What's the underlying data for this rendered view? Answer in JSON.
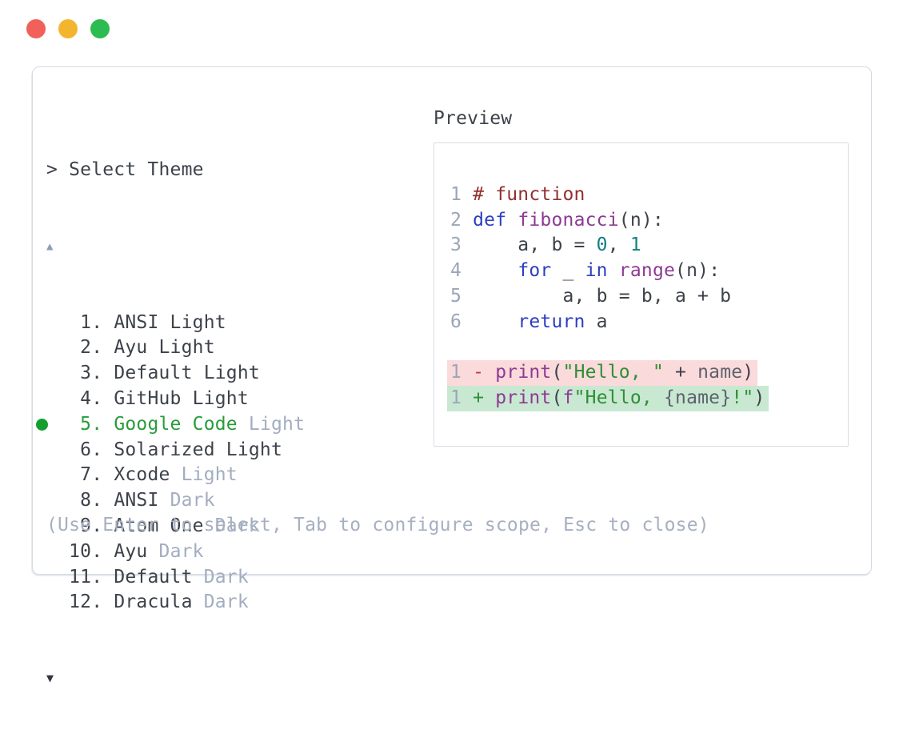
{
  "colors": {
    "fg": "#3d424a",
    "muted": "#a2adc0",
    "footer": "#a7b0c1",
    "linenum": "#9ba6b6",
    "arrow_up": "#8d9db5",
    "arrow_down": "#32363d",
    "selected_text": "#289c3b",
    "selected_dot": "#149e2f",
    "keyword": "#2c40c0",
    "func": "#8d3a93",
    "number": "#107f81",
    "comment": "#93302e",
    "string": "#2e8f33",
    "variable": "#5d636d",
    "minus": "#c23b3c",
    "plus": "#2e8f33",
    "removed_bg": "#fadadb",
    "added_bg": "#c9e8d2",
    "traffic_red": "#f2605a",
    "traffic_yellow": "#f4b52e",
    "traffic_green": "#2dbc51"
  },
  "window_buttons": [
    {
      "name": "close-button",
      "color_key": "red"
    },
    {
      "name": "minimize-button",
      "color_key": "yellow"
    },
    {
      "name": "maximize-button",
      "color_key": "green"
    }
  ],
  "theme_picker": {
    "prompt": "> Select Theme",
    "scroll_up_indicator": "▲",
    "scroll_down_indicator": "▼",
    "items": [
      {
        "number": "1.",
        "name": "ANSI Light",
        "suffix": "",
        "selected": false
      },
      {
        "number": "2.",
        "name": "Ayu Light",
        "suffix": "",
        "selected": false
      },
      {
        "number": "3.",
        "name": "Default Light",
        "suffix": "",
        "selected": false
      },
      {
        "number": "4.",
        "name": "GitHub Light",
        "suffix": "",
        "selected": false
      },
      {
        "number": "5.",
        "name": "Google Code",
        "suffix": " Light",
        "selected": true
      },
      {
        "number": "6.",
        "name": "Solarized Light",
        "suffix": "",
        "selected": false
      },
      {
        "number": "7.",
        "name": "Xcode",
        "suffix": " Light",
        "selected": false
      },
      {
        "number": "8.",
        "name": "ANSI",
        "suffix": " Dark",
        "selected": false
      },
      {
        "number": "9.",
        "name": "Atom One",
        "suffix": " Dark",
        "selected": false
      },
      {
        "number": "10.",
        "name": "Ayu",
        "suffix": " Dark",
        "selected": false
      },
      {
        "number": "11.",
        "name": "Default",
        "suffix": " Dark",
        "selected": false
      },
      {
        "number": "12.",
        "name": "Dracula",
        "suffix": " Dark",
        "selected": false
      }
    ],
    "footer_hint": "(Use Enter to select, Tab to configure scope, Esc to close)"
  },
  "preview": {
    "title": "Preview",
    "code_lines": [
      {
        "num": "1",
        "tokens": [
          {
            "t": "# function",
            "c": "comment"
          }
        ]
      },
      {
        "num": "2",
        "tokens": [
          {
            "t": "def",
            "c": "keyword"
          },
          {
            "t": " ",
            "c": "fg"
          },
          {
            "t": "fibonacci",
            "c": "func"
          },
          {
            "t": "(n):",
            "c": "fg"
          }
        ]
      },
      {
        "num": "3",
        "tokens": [
          {
            "t": "    a, b = ",
            "c": "fg"
          },
          {
            "t": "0",
            "c": "number"
          },
          {
            "t": ", ",
            "c": "fg"
          },
          {
            "t": "1",
            "c": "number"
          }
        ]
      },
      {
        "num": "4",
        "tokens": [
          {
            "t": "    ",
            "c": "fg"
          },
          {
            "t": "for",
            "c": "keyword"
          },
          {
            "t": " _ ",
            "c": "fg"
          },
          {
            "t": "in",
            "c": "keyword"
          },
          {
            "t": " ",
            "c": "fg"
          },
          {
            "t": "range",
            "c": "func"
          },
          {
            "t": "(n):",
            "c": "fg"
          }
        ]
      },
      {
        "num": "5",
        "tokens": [
          {
            "t": "        a, b = b, a + b",
            "c": "fg"
          }
        ]
      },
      {
        "num": "6",
        "tokens": [
          {
            "t": "    ",
            "c": "fg"
          },
          {
            "t": "return",
            "c": "keyword"
          },
          {
            "t": " a",
            "c": "fg"
          }
        ]
      },
      {
        "num": "",
        "tokens": []
      },
      {
        "num": "1",
        "diff": "removed",
        "tokens": [
          {
            "t": "- ",
            "c": "minus"
          },
          {
            "t": "print",
            "c": "func"
          },
          {
            "t": "(",
            "c": "fg"
          },
          {
            "t": "\"Hello, \"",
            "c": "string"
          },
          {
            "t": " + ",
            "c": "fg"
          },
          {
            "t": "name",
            "c": "variable"
          },
          {
            "t": ")",
            "c": "fg"
          }
        ]
      },
      {
        "num": "1",
        "diff": "added",
        "tokens": [
          {
            "t": "+ ",
            "c": "plus"
          },
          {
            "t": "print",
            "c": "func"
          },
          {
            "t": "(",
            "c": "fg"
          },
          {
            "t": "f",
            "c": "func"
          },
          {
            "t": "\"Hello, ",
            "c": "string"
          },
          {
            "t": "{name}",
            "c": "variable"
          },
          {
            "t": "!\"",
            "c": "string"
          },
          {
            "t": ")",
            "c": "fg"
          }
        ]
      }
    ]
  }
}
